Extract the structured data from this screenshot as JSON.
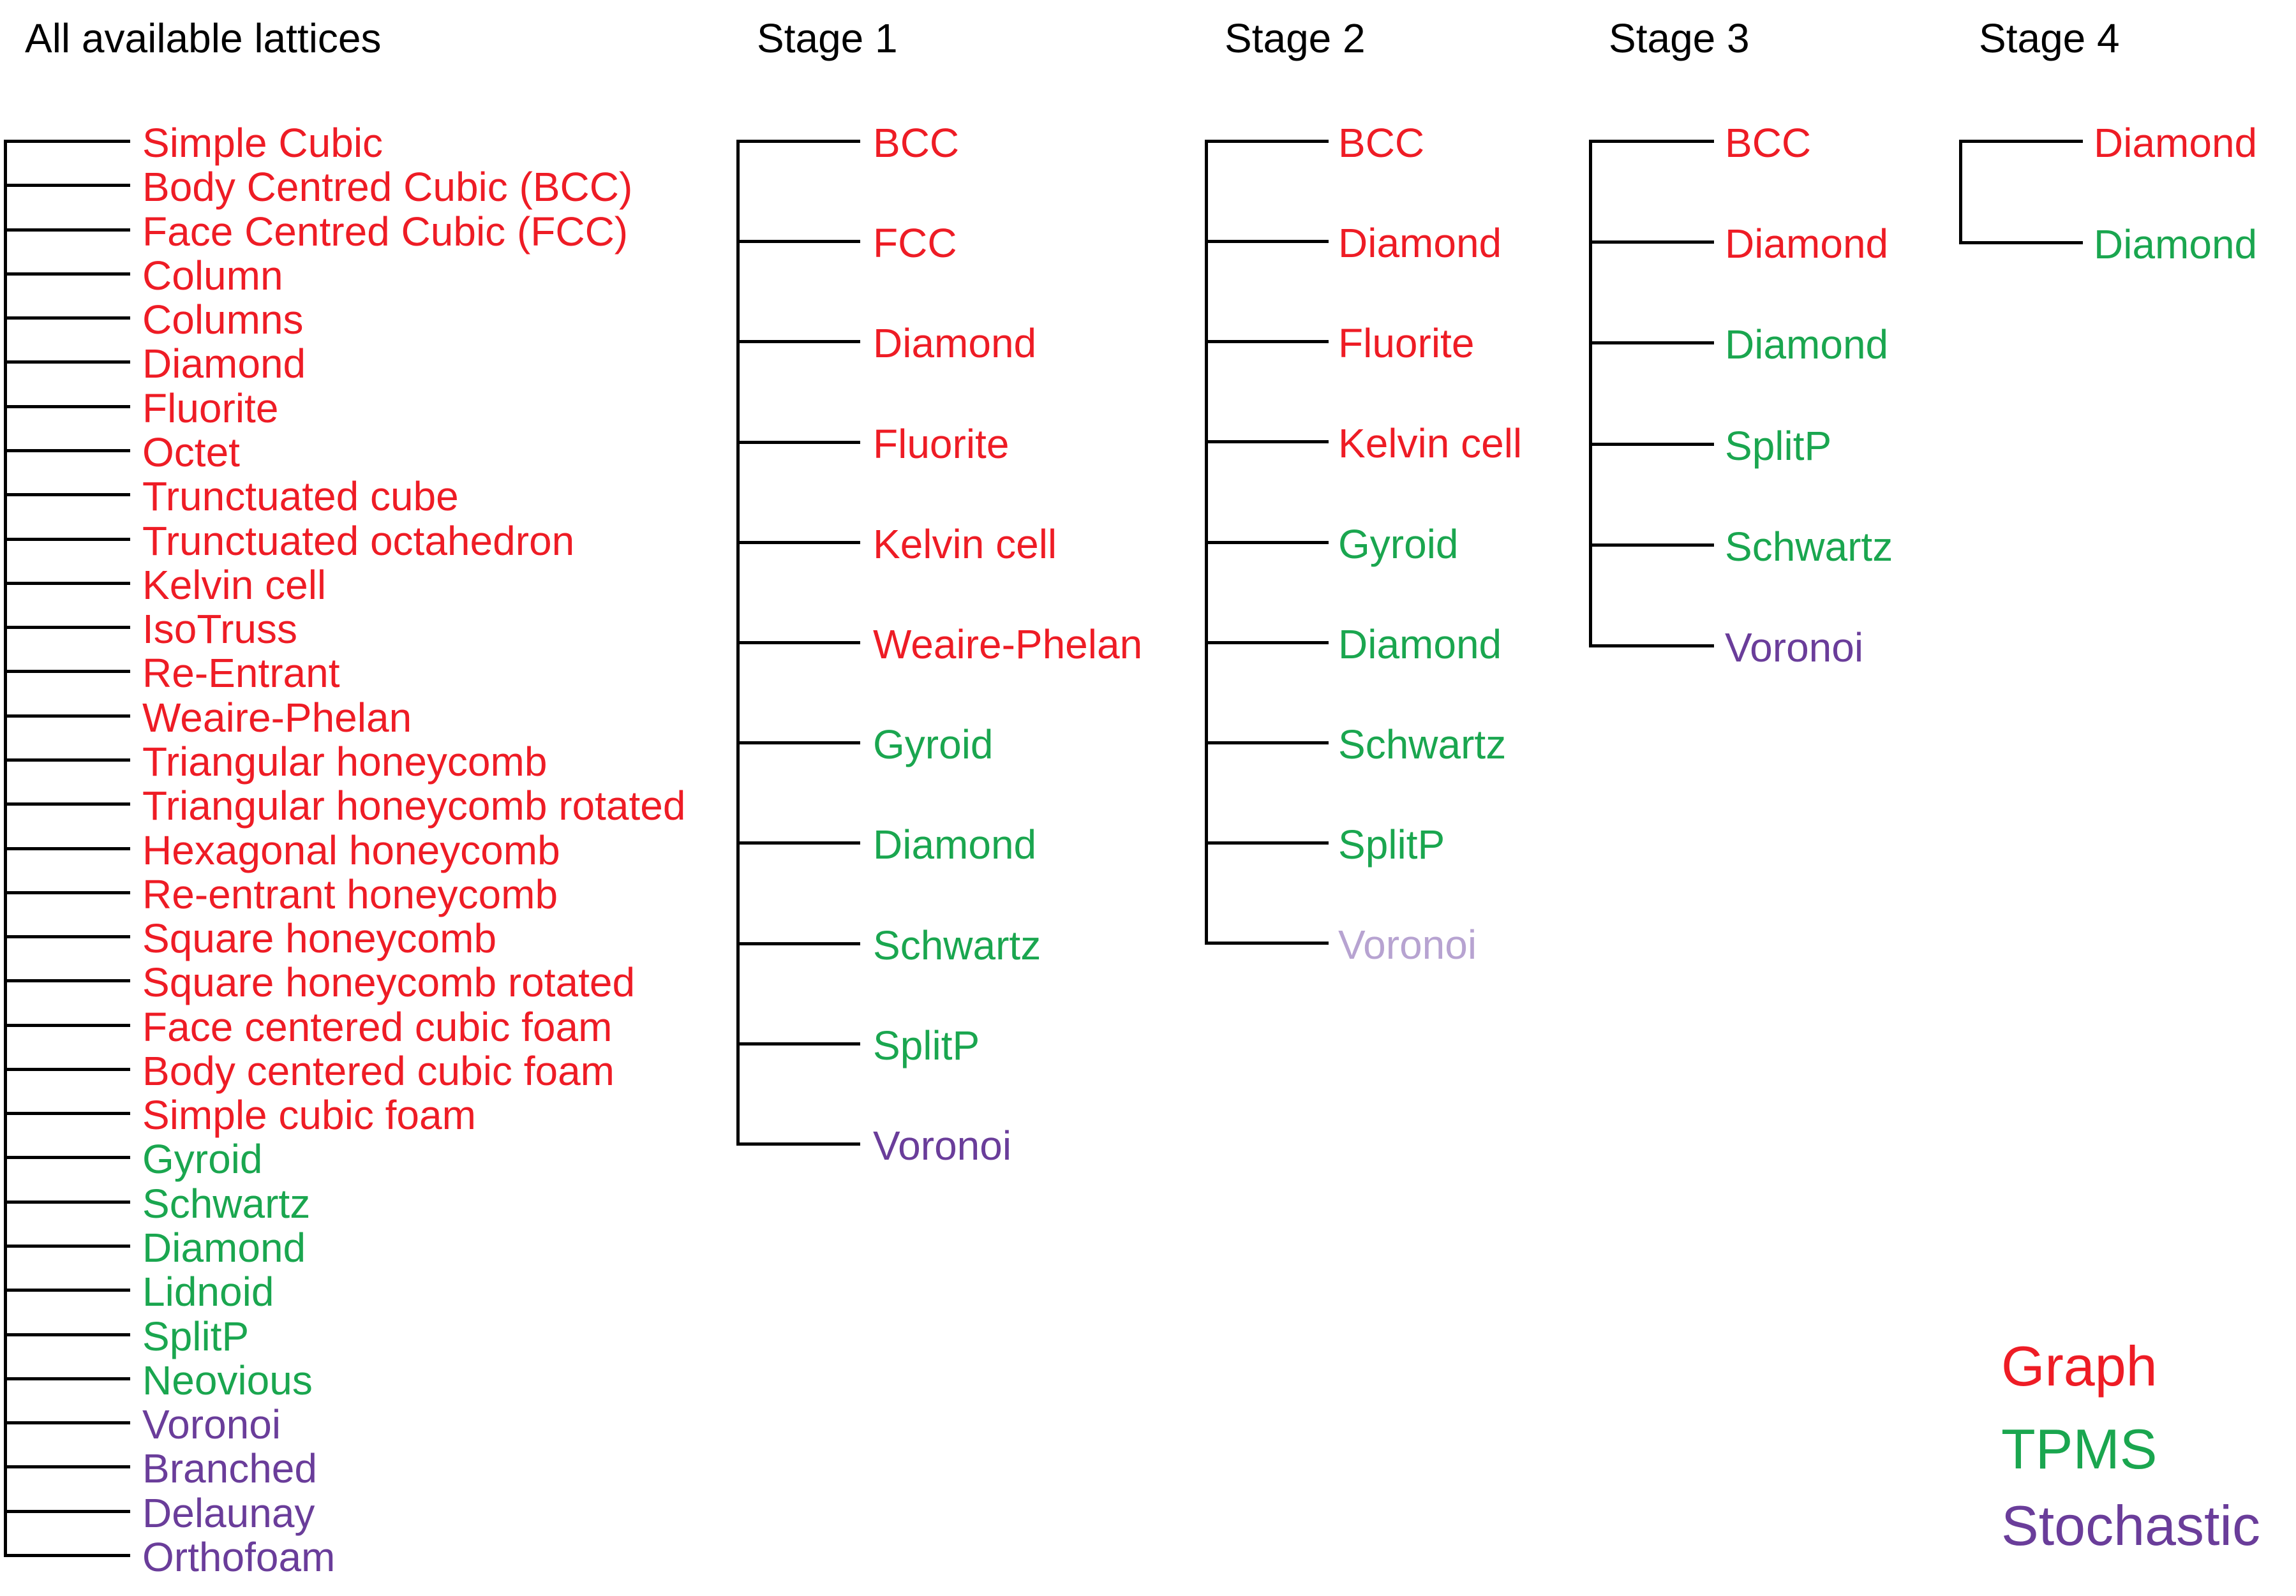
{
  "colors": {
    "Graph": "#ee1c25",
    "TPMS": "#1aa64f",
    "Stochastic": "#6a3d9a",
    "Stochastic-faded": "#b7a3d1"
  },
  "columns": [
    {
      "id": "all",
      "header": "All available lattices",
      "items": [
        {
          "label": "Simple Cubic",
          "type": "Graph"
        },
        {
          "label": "Body Centred Cubic (BCC)",
          "type": "Graph"
        },
        {
          "label": "Face Centred Cubic (FCC)",
          "type": "Graph"
        },
        {
          "label": "Column",
          "type": "Graph"
        },
        {
          "label": "Columns",
          "type": "Graph"
        },
        {
          "label": "Diamond",
          "type": "Graph"
        },
        {
          "label": "Fluorite",
          "type": "Graph"
        },
        {
          "label": "Octet",
          "type": "Graph"
        },
        {
          "label": "Trunctuated cube",
          "type": "Graph"
        },
        {
          "label": "Trunctuated octahedron",
          "type": "Graph"
        },
        {
          "label": "Kelvin cell",
          "type": "Graph"
        },
        {
          "label": "IsoTruss",
          "type": "Graph"
        },
        {
          "label": "Re-Entrant",
          "type": "Graph"
        },
        {
          "label": "Weaire-Phelan",
          "type": "Graph"
        },
        {
          "label": "Triangular honeycomb",
          "type": "Graph"
        },
        {
          "label": "Triangular honeycomb rotated",
          "type": "Graph"
        },
        {
          "label": "Hexagonal honeycomb",
          "type": "Graph"
        },
        {
          "label": "Re-entrant honeycomb",
          "type": "Graph"
        },
        {
          "label": "Square honeycomb",
          "type": "Graph"
        },
        {
          "label": "Square honeycomb rotated",
          "type": "Graph"
        },
        {
          "label": "Face centered cubic foam",
          "type": "Graph"
        },
        {
          "label": "Body centered cubic foam",
          "type": "Graph"
        },
        {
          "label": "Simple cubic foam",
          "type": "Graph"
        },
        {
          "label": "Gyroid",
          "type": "TPMS"
        },
        {
          "label": "Schwartz",
          "type": "TPMS"
        },
        {
          "label": "Diamond",
          "type": "TPMS"
        },
        {
          "label": "Lidnoid",
          "type": "TPMS"
        },
        {
          "label": "SplitP",
          "type": "TPMS"
        },
        {
          "label": "Neovious",
          "type": "TPMS"
        },
        {
          "label": "Voronoi",
          "type": "Stochastic"
        },
        {
          "label": "Branched",
          "type": "Stochastic"
        },
        {
          "label": "Delaunay",
          "type": "Stochastic"
        },
        {
          "label": "Orthofoam",
          "type": "Stochastic"
        }
      ]
    },
    {
      "id": "stage1",
      "header": "Stage 1",
      "items": [
        {
          "label": "BCC",
          "type": "Graph"
        },
        {
          "label": "FCC",
          "type": "Graph"
        },
        {
          "label": "Diamond",
          "type": "Graph"
        },
        {
          "label": "Fluorite",
          "type": "Graph"
        },
        {
          "label": "Kelvin cell",
          "type": "Graph"
        },
        {
          "label": "Weaire-Phelan",
          "type": "Graph"
        },
        {
          "label": "Gyroid",
          "type": "TPMS"
        },
        {
          "label": "Diamond",
          "type": "TPMS"
        },
        {
          "label": "Schwartz",
          "type": "TPMS"
        },
        {
          "label": "SplitP",
          "type": "TPMS"
        },
        {
          "label": "Voronoi",
          "type": "Stochastic"
        }
      ]
    },
    {
      "id": "stage2",
      "header": "Stage 2",
      "items": [
        {
          "label": "BCC",
          "type": "Graph"
        },
        {
          "label": "Diamond",
          "type": "Graph"
        },
        {
          "label": "Fluorite",
          "type": "Graph"
        },
        {
          "label": "Kelvin cell",
          "type": "Graph"
        },
        {
          "label": "Gyroid",
          "type": "TPMS"
        },
        {
          "label": "Diamond",
          "type": "TPMS"
        },
        {
          "label": "Schwartz",
          "type": "TPMS"
        },
        {
          "label": "SplitP",
          "type": "TPMS"
        },
        {
          "label": "Voronoi",
          "type": "Stochastic-faded"
        }
      ]
    },
    {
      "id": "stage3",
      "header": "Stage 3",
      "items": [
        {
          "label": "BCC",
          "type": "Graph"
        },
        {
          "label": "Diamond",
          "type": "Graph"
        },
        {
          "label": "Diamond",
          "type": "TPMS"
        },
        {
          "label": "SplitP",
          "type": "TPMS"
        },
        {
          "label": "Schwartz",
          "type": "TPMS"
        },
        {
          "label": "Voronoi",
          "type": "Stochastic"
        }
      ]
    },
    {
      "id": "stage4",
      "header": "Stage 4",
      "items": [
        {
          "label": "Diamond",
          "type": "Graph"
        },
        {
          "label": "Diamond",
          "type": "TPMS"
        }
      ]
    }
  ],
  "legend": [
    {
      "label": "Graph",
      "type": "Graph"
    },
    {
      "label": "TPMS",
      "type": "TPMS"
    },
    {
      "label": "Stochastic",
      "type": "Stochastic"
    }
  ]
}
